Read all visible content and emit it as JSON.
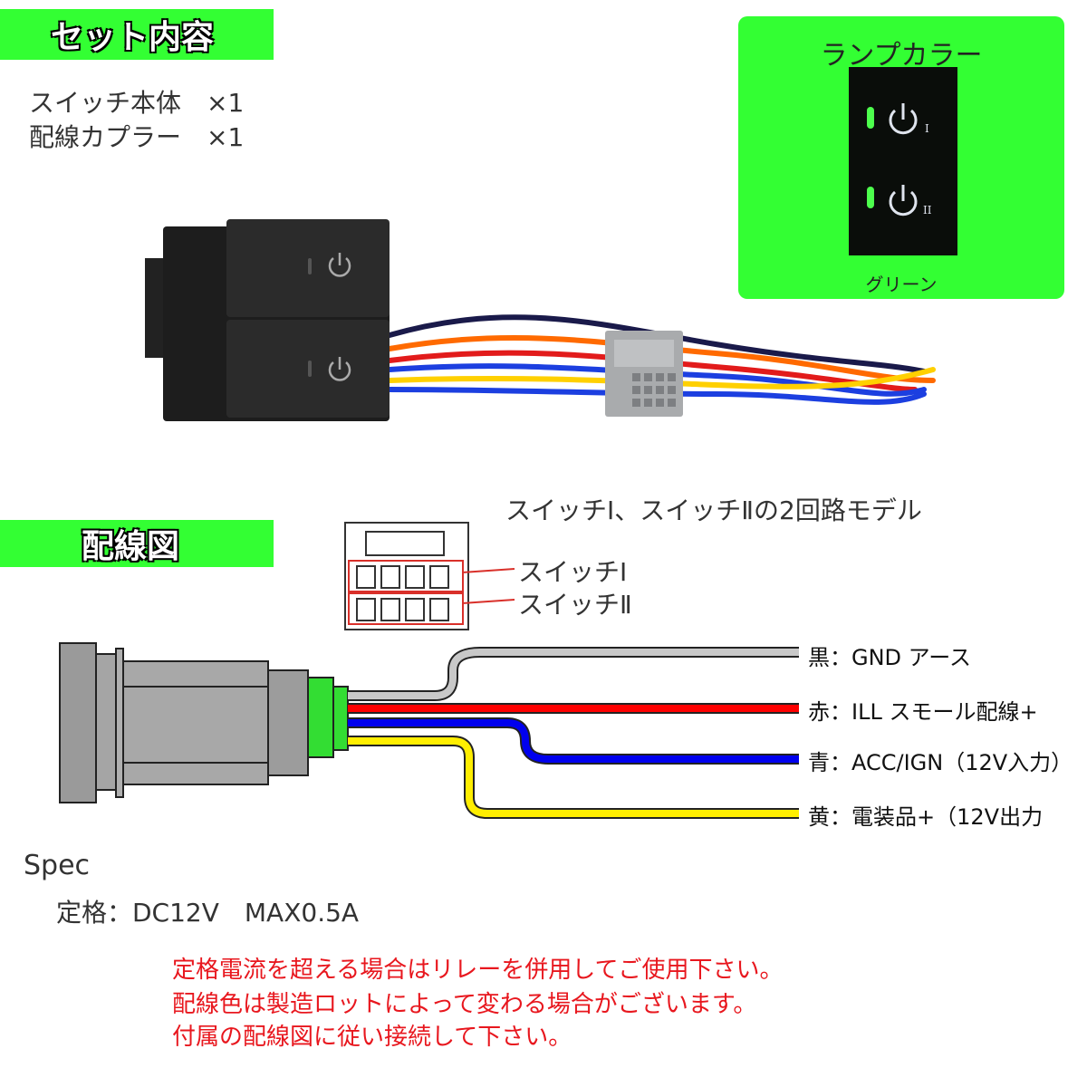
{
  "contents": {
    "banner": "セット内容",
    "items": [
      "スイッチ本体　×1",
      "配線カプラー　×1"
    ]
  },
  "lamp": {
    "title": "ランプカラー",
    "color_name": "グリーン",
    "switch_marks": [
      "I",
      "II"
    ],
    "accent": "#33ff33"
  },
  "wiring": {
    "banner": "配線図",
    "model_note": "スイッチⅠ、スイッチⅡの2回路モデル",
    "connector_rows": [
      "スイッチⅠ",
      "スイッチⅡ"
    ],
    "wires": [
      {
        "label": "黒：GND アース",
        "color": "#c8c8c8"
      },
      {
        "label": "赤：ILL スモール配線+",
        "color": "#ff0000"
      },
      {
        "label": "青：ACC/IGN（12V入力）",
        "color": "#0000ee"
      },
      {
        "label": "黄：電装品+（12V出力",
        "color": "#ffee00"
      }
    ]
  },
  "spec": {
    "heading": "Spec",
    "rating": "定格：DC12V　MAX0.5A"
  },
  "notes": [
    "定格電流を超える場合はリレーを併用してご使用下さい。",
    "配線色は製造ロットによって変わる場合がございます。",
    "付属の配線図に従い接続して下さい。"
  ]
}
